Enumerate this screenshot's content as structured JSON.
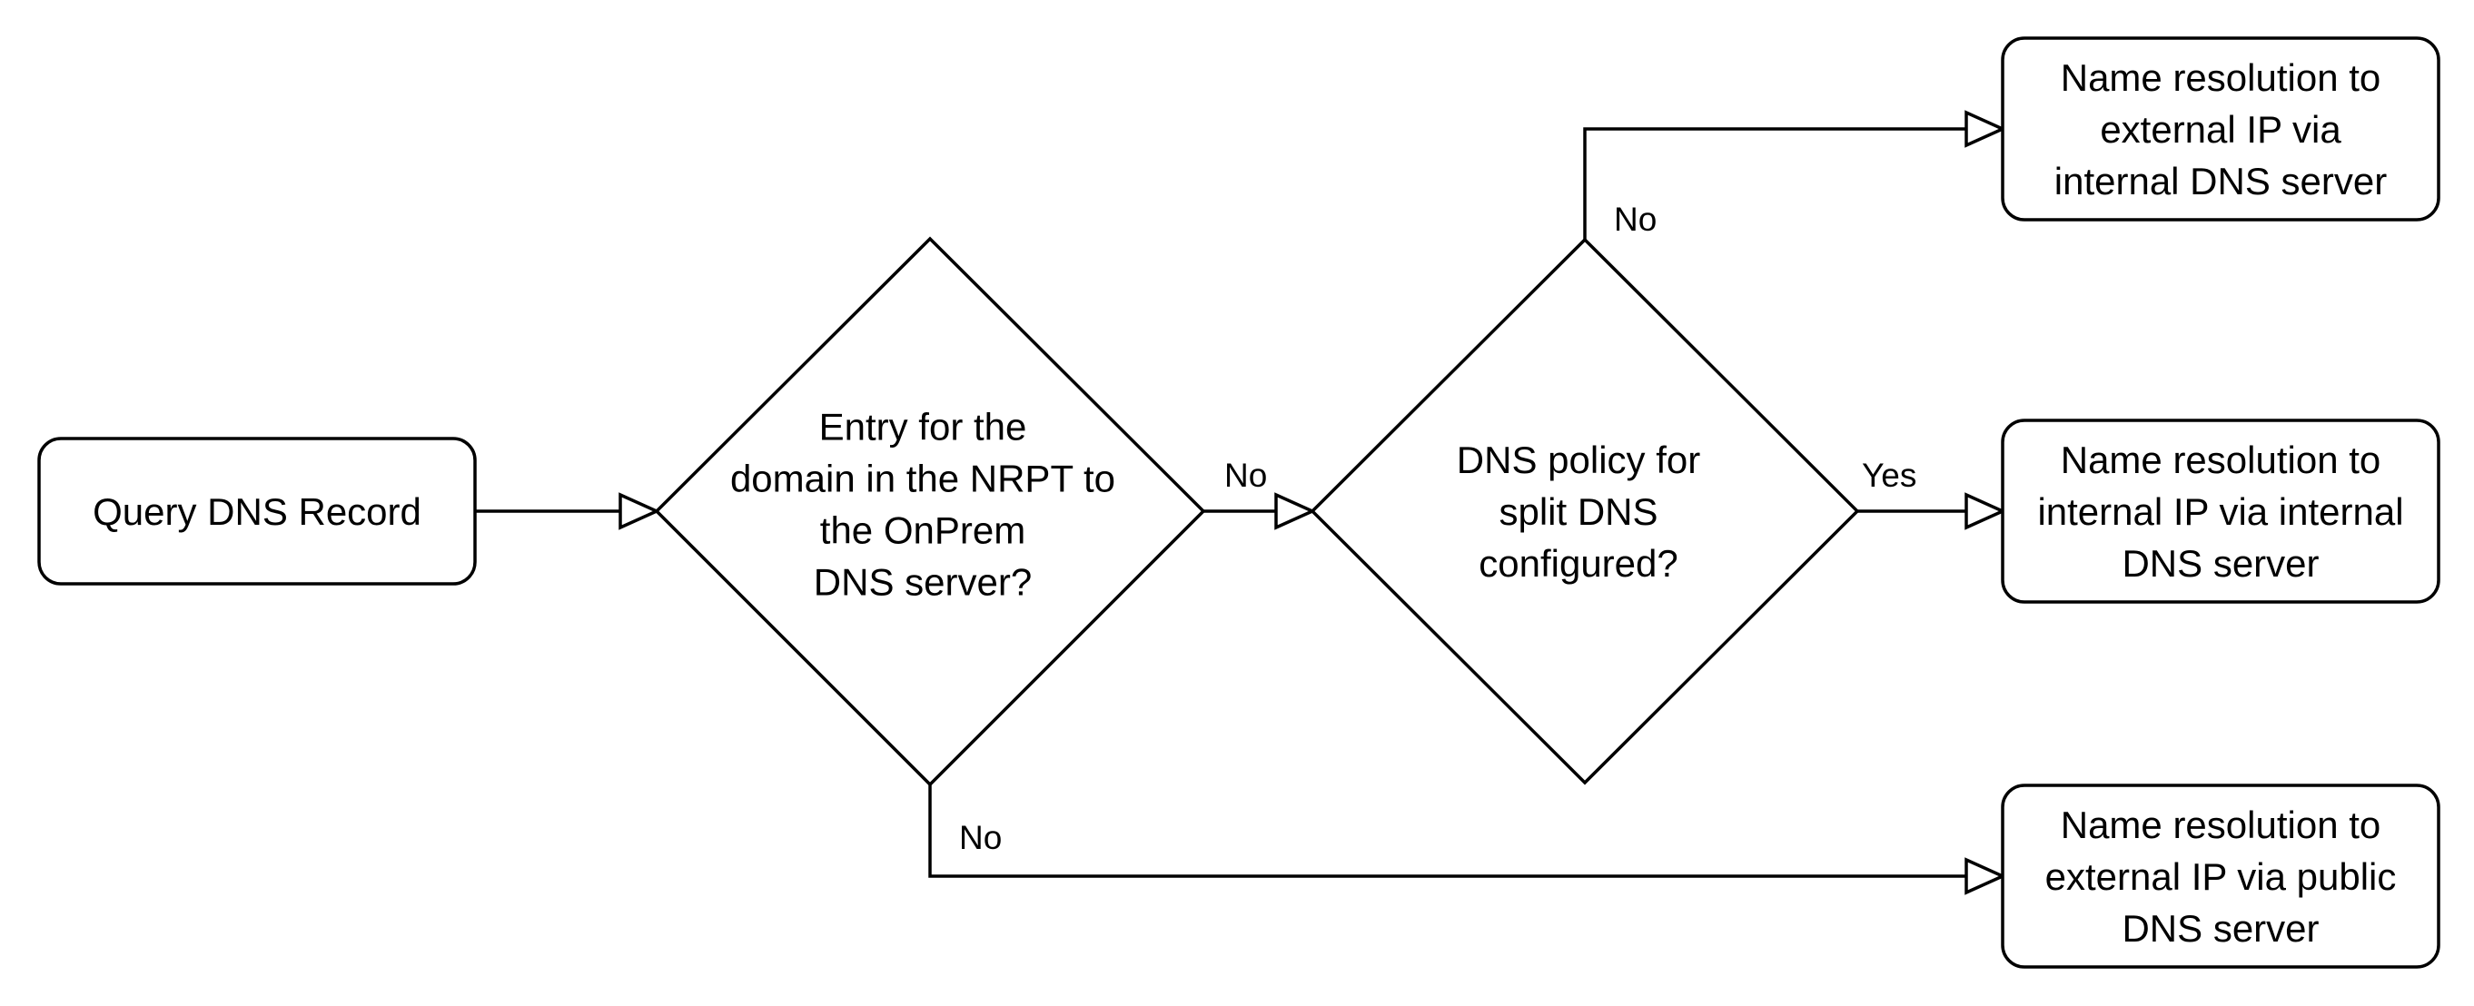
{
  "nodes": {
    "start": {
      "lines": [
        "Query DNS Record"
      ]
    },
    "decision_nrpt": {
      "lines": [
        "Entry for the",
        "domain in the NRPT to",
        "the OnPrem",
        "DNS server?"
      ]
    },
    "decision_policy": {
      "lines": [
        "DNS policy for",
        "split DNS",
        "configured?"
      ]
    },
    "result_external_internal_dns": {
      "lines": [
        "Name resolution to",
        "external IP via",
        "internal DNS server"
      ]
    },
    "result_internal_internal_dns": {
      "lines": [
        "Name resolution to",
        "internal IP via internal",
        "DNS server"
      ]
    },
    "result_external_public_dns": {
      "lines": [
        "Name resolution to",
        "external IP via public",
        "DNS server"
      ]
    }
  },
  "edges": {
    "nrpt_to_policy": {
      "label": "No"
    },
    "policy_to_external_internal": {
      "label": "No"
    },
    "policy_to_internal_internal": {
      "label": "Yes"
    },
    "nrpt_to_external_public": {
      "label": "No"
    }
  }
}
